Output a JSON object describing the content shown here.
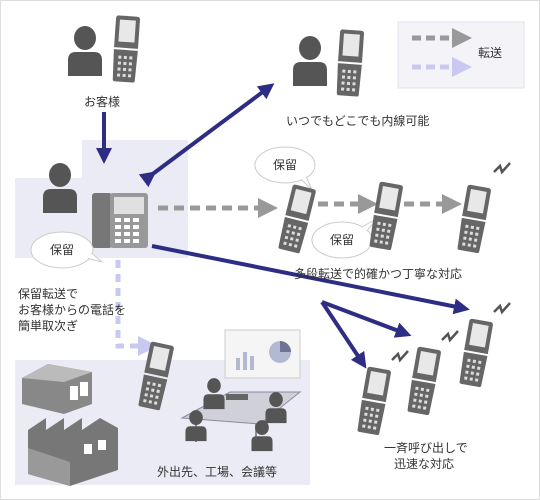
{
  "labels": {
    "customer": "お客様",
    "anytime": "いつでもどこでも内線可能",
    "hold_transfer": [
      "保留転送で",
      "お客様からの電話を",
      "簡単取次ぎ"
    ],
    "multistage": "多段転送で的確かつ丁寧な対応",
    "broadcast": [
      "一斉呼び出しで",
      "迅速な対応"
    ],
    "outside": "外出先、工場、会議等"
  },
  "bubbles": {
    "hold_left": "保留",
    "hold_mid": "保留",
    "hold_bottom": "保留"
  },
  "legend": {
    "transfer": "転送"
  },
  "colors": {
    "navy_arrow": "#2e2d84",
    "gray_arrow": "#999999",
    "lavender_arrow": "#c8c8f0",
    "panel_fill": "#ebebf5",
    "person": "#555555",
    "phone": "#666666"
  }
}
